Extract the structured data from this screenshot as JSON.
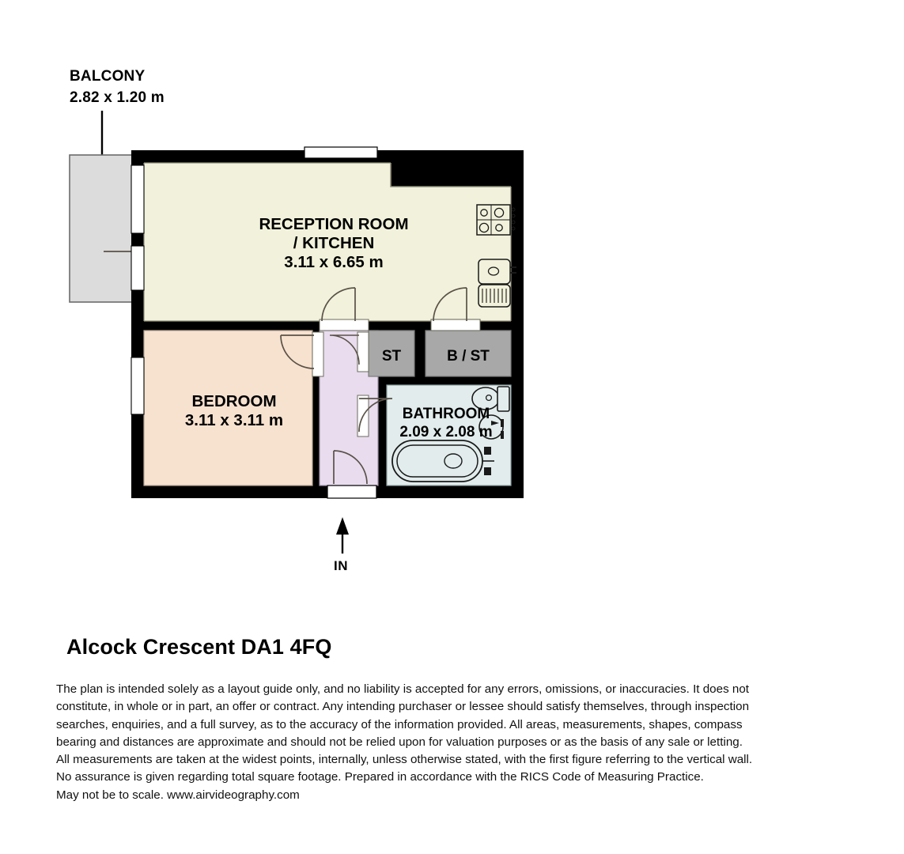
{
  "plan": {
    "title": "Alcock Crescent DA1 4FQ",
    "entry_marker": "IN",
    "balcony": {
      "name": "BALCONY",
      "dimensions": "2.82 x 1.20 m"
    },
    "rooms": [
      {
        "id": "reception",
        "name_line1": "RECEPTION ROOM",
        "name_line2": "/ KITCHEN",
        "dimensions": "3.11 x 6.65 m",
        "color": "#f2f2dc"
      },
      {
        "id": "bedroom",
        "name_line1": "BEDROOM",
        "name_line2": "",
        "dimensions": "3.11 x 3.11 m",
        "color": "#f7e2cf"
      },
      {
        "id": "bathroom",
        "name_line1": "BATHROOM",
        "name_line2": "",
        "dimensions": "2.09 x 2.08 m",
        "color": "#e2ecec"
      },
      {
        "id": "store",
        "name_line1": "ST",
        "name_line2": "",
        "dimensions": "",
        "color": "#a8a8a8"
      },
      {
        "id": "boiler-store",
        "name_line1": "B / ST",
        "name_line2": "",
        "dimensions": "",
        "color": "#a8a8a8"
      },
      {
        "id": "hallway",
        "name_line1": "",
        "name_line2": "",
        "dimensions": "",
        "color": "#e8dcee"
      }
    ],
    "colors": {
      "wall": "#000000",
      "balcony_fill": "#dcdcdc",
      "reception": "#f2f2dc",
      "bedroom": "#f7e2cf",
      "bathroom": "#e2ecec",
      "store": "#a8a8a8",
      "hallway": "#e8dcee",
      "opening": "#ffffff"
    },
    "fixtures": [
      "hob-icon",
      "sink-icon",
      "wc-icon",
      "basin-icon",
      "bathtub-icon"
    ]
  },
  "disclaimer": {
    "lines": [
      "The plan is intended solely as a layout guide only, and no liability is accepted for any errors, omissions, or inaccuracies. It does not",
      "constitute, in whole or in part, an offer or contract. Any intending purchaser or lessee should satisfy themselves, through inspection",
      "searches, enquiries, and a full survey, as to the accuracy of the information provided. All areas, measurements, shapes, compass",
      "bearing and distances are approximate and should not be relied upon for valuation purposes or as the basis of any sale or letting.",
      "All measurements are taken at the widest points, internally, unless otherwise stated, with the first figure referring to the vertical wall.",
      "No assurance is given regarding total square footage. Prepared in accordance with the RICS Code of Measuring Practice.",
      "May not be to scale. www.airvideography.com"
    ]
  }
}
